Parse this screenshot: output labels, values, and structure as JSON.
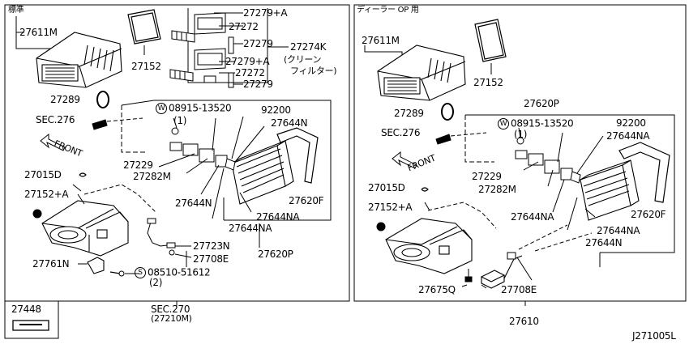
{
  "left_panel": {
    "header": "標準",
    "labels": {
      "p27611M": "27611M",
      "p27152": "27152",
      "p27289": "27289",
      "sec276": "SEC.276",
      "front": "FRONT",
      "p27279A_1": "27279+A",
      "p27272_1": "27272",
      "p27279_1": "27279",
      "p27279A_2": "27279+A",
      "p27272_2": "27272",
      "p27279_2": "27279",
      "p27274K": "27274K",
      "cleaner_filter_1": "(クリーン",
      "cleaner_filter_2": "フィルター)",
      "w_mark": "W",
      "bolt_08915": "08915-13520",
      "bolt_08915_qty": "(1)",
      "p92200": "92200",
      "p27644N_1": "27644N",
      "p27229": "27229",
      "p27282M": "27282M",
      "p27015D": "27015D",
      "p27152A": "27152+A",
      "p27644N_2": "27644N",
      "p27620F": "27620F",
      "p27644NA": "27644NA",
      "p27644NA_2": "27644NA",
      "p27723N": "27723N",
      "p27708E": "27708E",
      "p27761N": "27761N",
      "s_mark": "S",
      "screw_08510": "08510-51612",
      "screw_08510_qty": "(2)",
      "p27620P": "27620P",
      "sec270": "SEC.270",
      "sec270_sub": "(27210M)"
    },
    "inset_label": "27448"
  },
  "right_panel": {
    "header": "ディーラー OP 用",
    "labels": {
      "p27611M": "27611M",
      "p27152": "27152",
      "p27289": "27289",
      "p27620P": "27620P",
      "sec276": "SEC.276",
      "front": "FRONT",
      "w_mark": "W",
      "bolt_08915": "08915-13520",
      "bolt_08915_qty": "(1)",
      "p92200": "92200",
      "p27644NA_1": "27644NA",
      "p27015D": "27015D",
      "p27152A": "27152+A",
      "p27229": "27229",
      "p27282M": "27282M",
      "p27644NA_2": "27644NA",
      "p27620F": "27620F",
      "p27644NA_3": "27644NA",
      "p27644N": "27644N",
      "p27675Q": "27675Q",
      "p27708E": "27708E",
      "p27610": "27610"
    }
  },
  "diagram_code": "J271005L"
}
